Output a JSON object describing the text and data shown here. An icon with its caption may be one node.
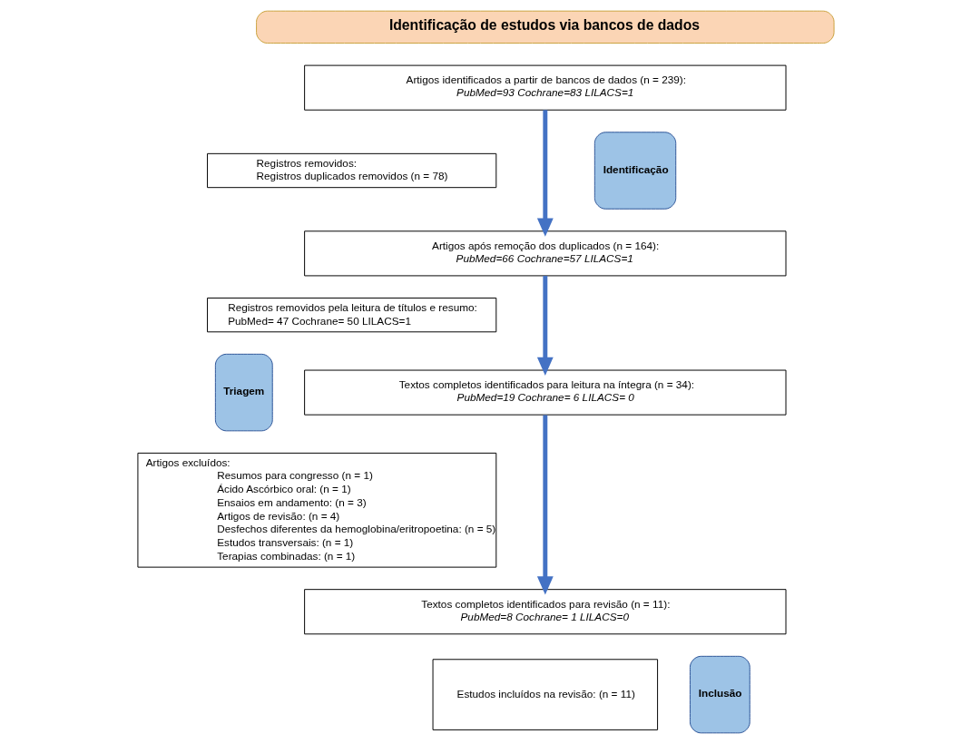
{
  "diagram": {
    "nodes": [
      {
        "text": [
          "Identificação de estudos via bancos de dados"
        ]
      },
      {
        "text": [
          "Identificação"
        ]
      },
      {
        "text": [
          "Triagem"
        ]
      },
      {
        "text": [
          "Inclusão"
        ]
      },
      {
        "text": [
          "Artigos identificados a partir de bancos de dados (n = 239):",
          "PubMed=93 Cochrane=83 LILACS=1"
        ]
      },
      {
        "text": [
          "Registros removidos:",
          "Registros duplicados removidos (n = 78)"
        ]
      },
      {
        "text": [
          "Artigos após remoção dos duplicados (n = 164):",
          "PubMed=66 Cochrane=57 LILACS=1"
        ]
      },
      {
        "text": [
          "Registros removidos pela leitura de títulos e resumo:",
          "PubMed= 47 Cochrane= 50 LILACS=1"
        ]
      },
      {
        "text": [
          "Textos completos identificados para leitura na íntegra (n = 34):",
          "PubMed=19 Cochrane= 6 LILACS= 0"
        ]
      },
      {
        "text": [
          "Artigos excluídos:",
          "Resumos para congresso (n = 1)",
          "Ácido Ascórbico oral: (n = 1)",
          "Ensaios em andamento: (n = 3)",
          "Artigos de revisão: (n = 4)",
          "Desfechos diferentes da hemoglobina/eritropoetina: (n = 5)",
          "Estudos transversais: (n = 1)",
          "Terapias combinadas: (n = 1)"
        ]
      },
      {
        "text": [
          "Textos completos identificados para revisão (n = 11):",
          "PubMed=8 Cochrane= 1 LILACS=0"
        ]
      },
      {
        "text": [
          "Estudos incluídos na revisão: (n = 11)"
        ]
      }
    ],
    "edges": [
      {
        "from": 4,
        "to": 6,
        "arrow": "to"
      },
      {
        "from": 6,
        "to": 8,
        "arrow": "to"
      },
      {
        "from": 8,
        "to": 10,
        "arrow": "to"
      }
    ]
  }
}
